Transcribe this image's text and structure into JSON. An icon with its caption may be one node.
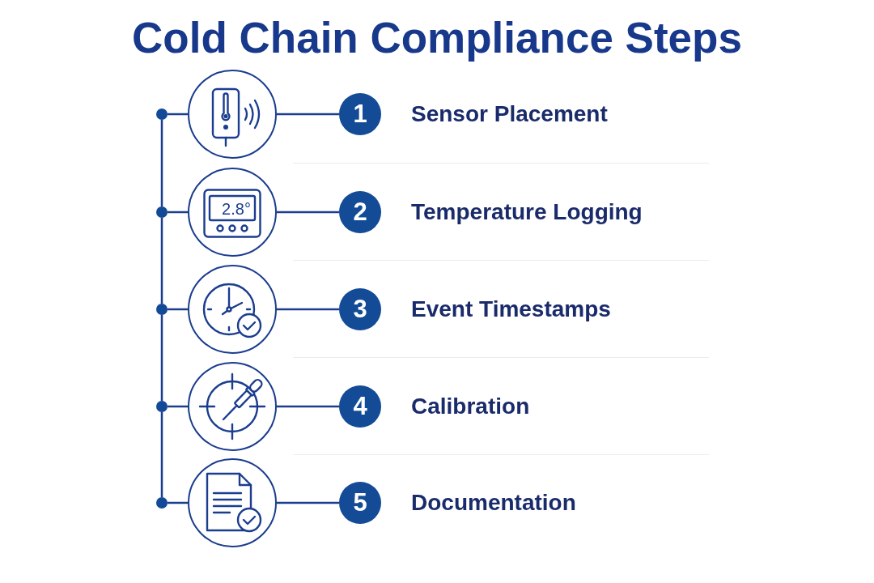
{
  "diagram": {
    "title": "Cold Chain Compliance Steps",
    "nodes": [
      {
        "text": [],
        "shape": "dot"
      },
      {
        "text": [],
        "shape": "circle"
      },
      {
        "text": [
          "1"
        ],
        "beside": [
          "Sensor Placement"
        ]
      },
      {
        "text": [],
        "shape": "dot"
      },
      {
        "text": [
          "2.8°"
        ]
      },
      {
        "text": [
          "2"
        ],
        "beside": [
          "Temperature Logging"
        ]
      },
      {
        "text": [],
        "shape": "dot"
      },
      {
        "text": [],
        "shape": "circle"
      },
      {
        "text": [
          "3"
        ],
        "beside": [
          "Event Timestamps"
        ]
      },
      {
        "text": [],
        "shape": "dot"
      },
      {
        "text": [],
        "shape": "circle"
      },
      {
        "text": [
          "4"
        ],
        "beside": [
          "Calibration"
        ]
      },
      {
        "text": [],
        "shape": "dot"
      },
      {
        "text": [],
        "shape": "circle"
      },
      {
        "text": [
          "5"
        ],
        "beside": [
          "Documentation"
        ]
      }
    ],
    "edges": [
      {
        "from": 0,
        "to": 1,
        "arrow": "none"
      },
      {
        "from": 1,
        "to": 2,
        "arrow": "none"
      },
      {
        "from": 3,
        "to": 4,
        "arrow": "none"
      },
      {
        "from": 4,
        "to": 5,
        "arrow": "none"
      },
      {
        "from": 6,
        "to": 7,
        "arrow": "none"
      },
      {
        "from": 7,
        "to": 8,
        "arrow": "none"
      },
      {
        "from": 9,
        "to": 10,
        "arrow": "none"
      },
      {
        "from": 10,
        "to": 11,
        "arrow": "none"
      },
      {
        "from": 12,
        "to": 13,
        "arrow": "none"
      },
      {
        "from": 13,
        "to": 14,
        "arrow": "none"
      },
      {
        "from": 0,
        "to": 3,
        "arrow": "none"
      },
      {
        "from": 3,
        "to": 6,
        "arrow": "none"
      },
      {
        "from": 6,
        "to": 9,
        "arrow": "none"
      },
      {
        "from": 9,
        "to": 12,
        "arrow": "none"
      }
    ]
  }
}
